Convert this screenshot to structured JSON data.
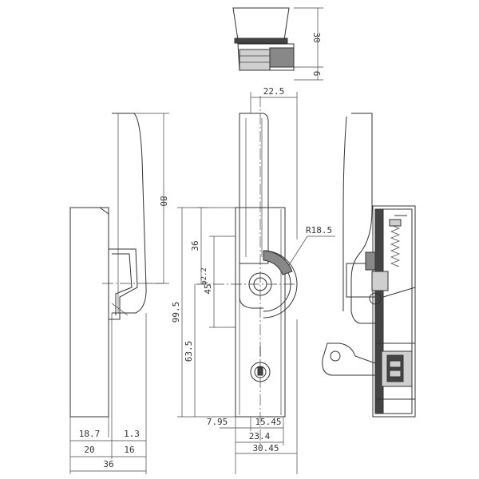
{
  "drawing": {
    "top_view": {
      "dims": [
        "30",
        "6"
      ]
    },
    "front_view": {
      "dims": [
        "22.5",
        "R18.5",
        "36",
        "45",
        "φ2.2",
        "99.5",
        "63.5",
        "7.95",
        "15.45",
        "23.4",
        "30.45"
      ]
    },
    "left_view": {
      "dims": [
        "80",
        "18.7",
        "1.3",
        "20",
        "16",
        "36"
      ]
    }
  }
}
